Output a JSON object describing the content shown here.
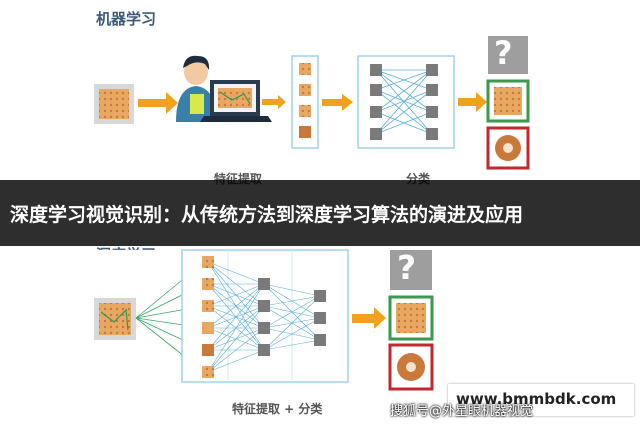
{
  "diagram": {
    "top_title": "机器学习",
    "top_label_features": "特征提取",
    "top_label_classify": "分类",
    "bottom_title_partial": "深度学习",
    "bottom_label": "特征提取 + 分类",
    "question_mark": "?"
  },
  "banner": {
    "text": "深度学习视觉识别：从传统方法到深度学习算法的演进及应用"
  },
  "watermark": {
    "site": "www.bmmbdk.com",
    "sohu": "搜狐号@外星眼机器视觉"
  },
  "colors": {
    "arrow": "#f0a21f",
    "box_border": "#9fd4e8",
    "check_green": "#3a9a4a",
    "cross_red": "#c0282d",
    "gray_node": "#7a7a7a",
    "texture": "#e6a25a",
    "banner_bg": "#000000"
  }
}
